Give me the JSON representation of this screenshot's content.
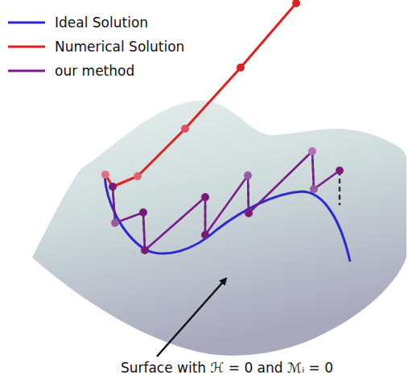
{
  "diagram": {
    "labels": [
      "Surface with ℋ = 0 and ℳᵢ = 0"
    ],
    "legend": [
      {
        "text": "Ideal Solution"
      },
      {
        "text": "Numerical Solution"
      },
      {
        "text": "our method"
      }
    ]
  }
}
